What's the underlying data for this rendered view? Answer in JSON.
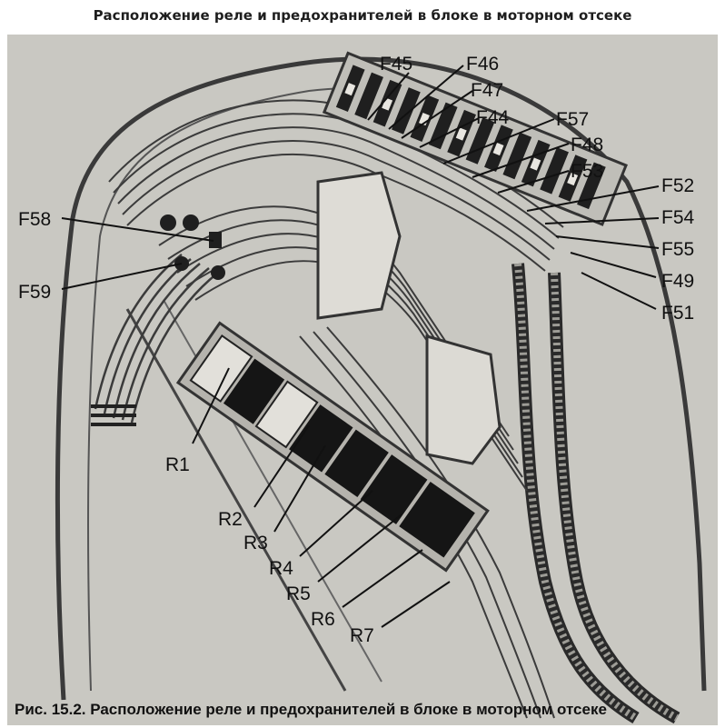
{
  "page_title": "Расположение реле и предохранителей в блоке в моторном отсеке",
  "caption": "Рис. 15.2. Расположение реле и предохранителей в блоке в моторном отсеке",
  "fuse_labels": {
    "f45": "F45",
    "f46": "F46",
    "f47": "F47",
    "f44": "F44",
    "f57": "F57",
    "f48": "F48",
    "f53": "F53",
    "f52": "F52",
    "f54": "F54",
    "f55": "F55",
    "f49": "F49",
    "f51": "F51",
    "f58": "F58",
    "f59": "F59"
  },
  "relay_labels": {
    "r1": "R1",
    "r2": "R2",
    "r3": "R3",
    "r4": "R4",
    "r5": "R5",
    "r6": "R6",
    "r7": "R7"
  }
}
